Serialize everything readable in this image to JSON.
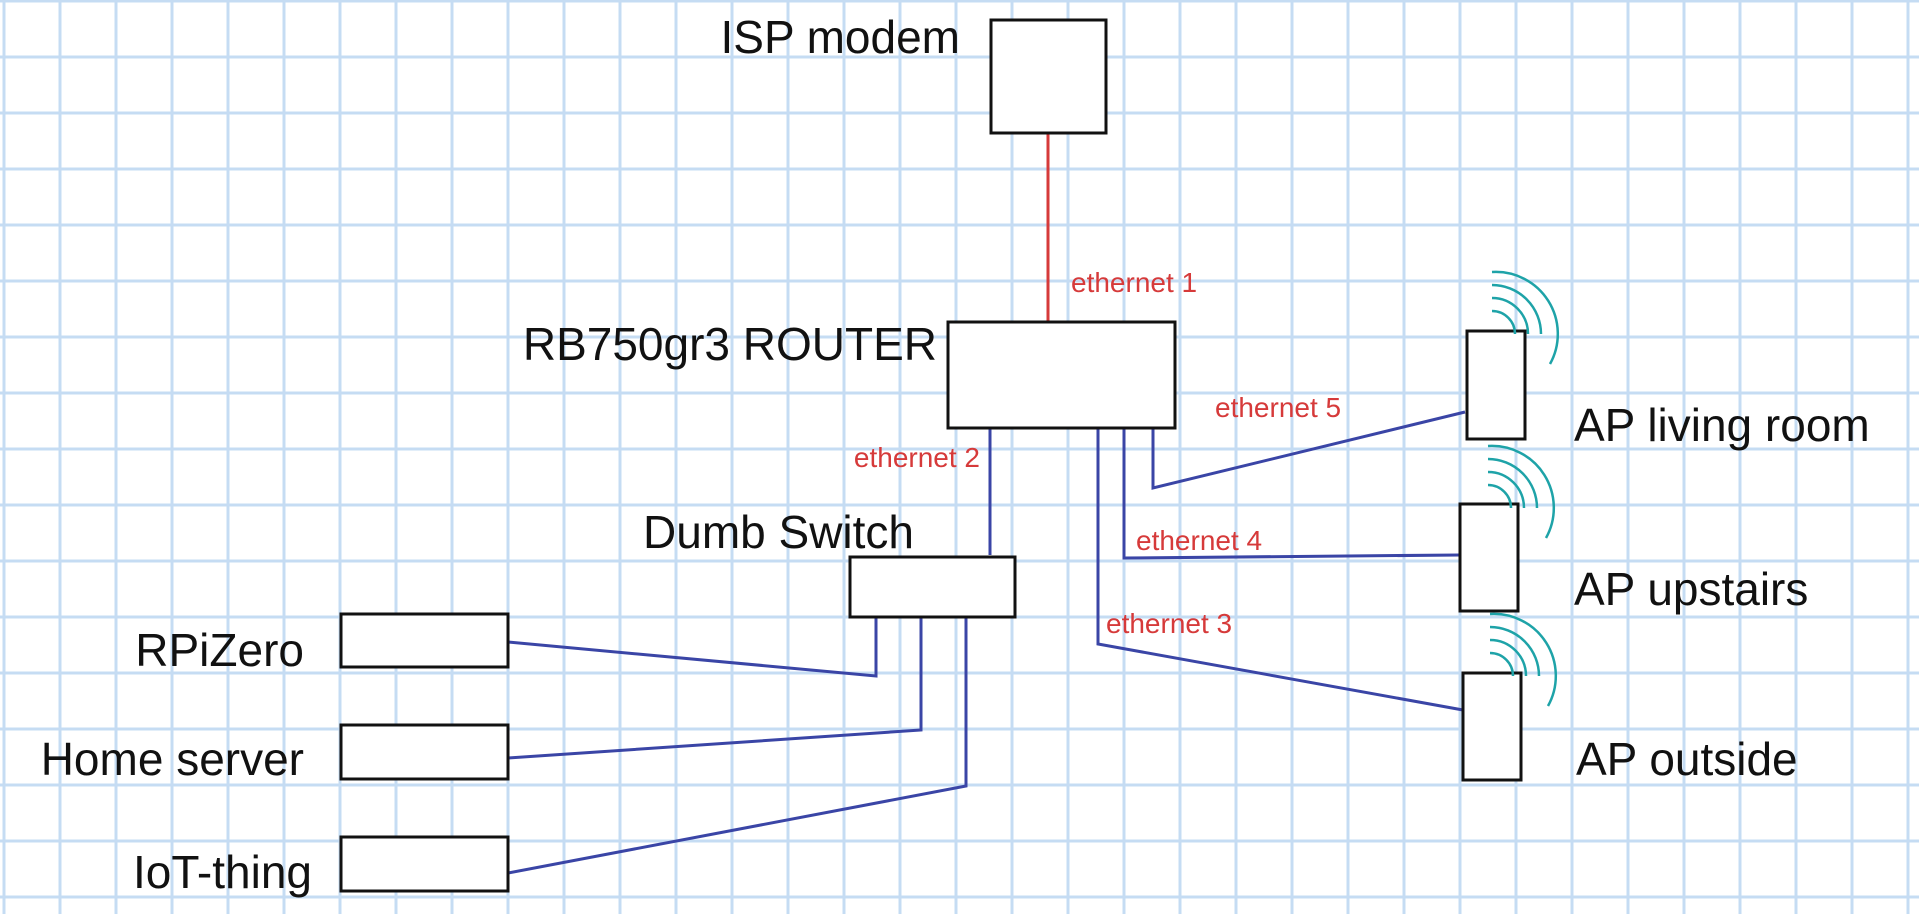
{
  "nodes": {
    "isp_modem": "ISP modem",
    "router": "RB750gr3 ROUTER",
    "dumb_switch": "Dumb Switch",
    "rpizero": "RPiZero",
    "home_server": "Home server",
    "iot_thing": "IoT-thing",
    "ap_living_room": "AP living room",
    "ap_upstairs": "AP upstairs",
    "ap_outside": "AP outside"
  },
  "ports": {
    "ethernet_1": "ethernet 1",
    "ethernet_2": "ethernet 2",
    "ethernet_3": "ethernet 3",
    "ethernet_4": "ethernet 4",
    "ethernet_5": "ethernet 5"
  },
  "colors": {
    "wan_link": "#d63a3a",
    "lan_link": "#3a45a6",
    "wifi": "#1ea3a8",
    "grid": "#c5dcf3"
  },
  "icons": {
    "access_point": "wifi-signal-icon"
  }
}
